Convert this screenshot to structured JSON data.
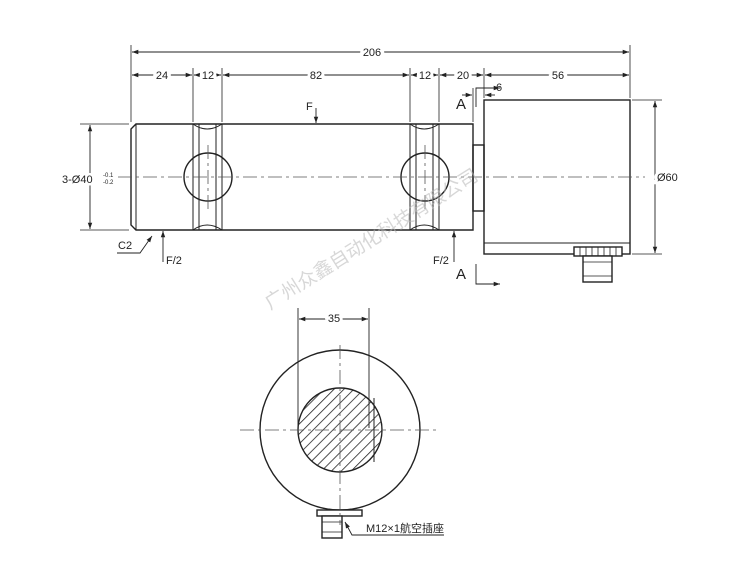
{
  "dimensions": {
    "overall": "206",
    "seg1": "24",
    "seg2": "12",
    "seg3": "82",
    "seg4": "12",
    "seg5": "20",
    "seg6": "56",
    "offset": "6",
    "diameter_body": "Ø60",
    "section_width": "35"
  },
  "labels": {
    "force_top": "F",
    "force_left": "F/2",
    "force_right": "F/2",
    "chamfer": "C2",
    "section_top": "A",
    "section_bottom": "A",
    "bore_callout_main": "3-Ø40",
    "bore_tol_upper": "-0.1",
    "bore_tol_lower": "-0.2",
    "connector": "M12×1航空插座"
  },
  "watermark": "广州众鑫自动化科技有限公司",
  "colors": {
    "line": "#222222",
    "center": "#555555",
    "watermark": "#b8b8b8"
  }
}
